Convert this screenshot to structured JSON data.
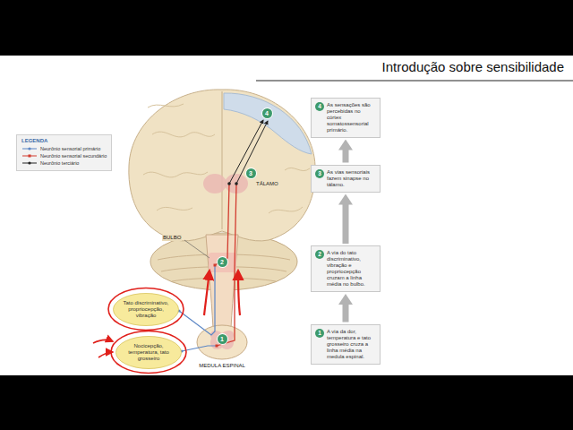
{
  "diagram": {
    "title": "Introdução sobre sensibilidade",
    "nodes": [
      {
        "text": [
          "Tato discriminativo, propriocepção, vibração"
        ]
      },
      {
        "text": [
          "Nocicepção, temperatura, tato grosseiro"
        ]
      },
      {
        "text": [
          "4",
          "As sensações são percebidas no córtex somatossensorial primário."
        ]
      },
      {
        "text": [
          "3",
          "As vias sensoriais fazem sinapse no tálamo."
        ]
      },
      {
        "text": [
          "2",
          "A via do tato discriminativo, vibração e propriocepção cruzam a linha média no bulbo."
        ]
      },
      {
        "text": [
          "1",
          "A via da dor, temperatura e tato grosseiro cruza a linha média na medula espinal."
        ]
      }
    ],
    "edges": [
      {
        "from": 5,
        "to": 4,
        "arrow": "to"
      },
      {
        "from": 4,
        "to": 3,
        "arrow": "to"
      },
      {
        "from": 3,
        "to": 2,
        "arrow": "to"
      }
    ],
    "labels": [
      "LEGENDA",
      "TÁLAMO",
      "BULBO",
      "MEDULA ESPINAL",
      "4",
      "3",
      "2",
      "1"
    ],
    "legend": [
      {
        "text": "Neurônio sensorial primário"
      },
      {
        "text": "Neurônio sensorial secundário"
      },
      {
        "text": "Neurônio terciário"
      }
    ]
  }
}
